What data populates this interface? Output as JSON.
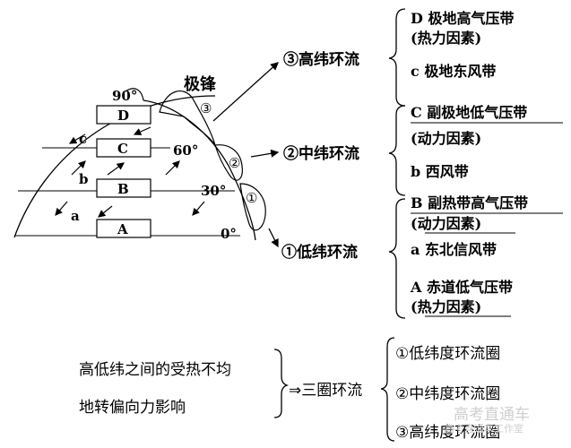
{
  "diagram": {
    "labels": {
      "polar_front": "极锋",
      "lat_90": "90°",
      "lat_60": "60°",
      "lat_30": "30°",
      "lat_0": "0°",
      "belt_D": "D",
      "belt_C": "C",
      "belt_B": "B",
      "belt_A": "A",
      "wind_c": "c",
      "wind_b": "b",
      "wind_a": "a",
      "cell_1": "①",
      "cell_2": "②",
      "cell_3": "③"
    },
    "circulations": [
      {
        "name": "③高纬环流",
        "items": [
          "D 极地高气压带",
          "(热力因素)",
          "c 极地东风带"
        ]
      },
      {
        "name": "②中纬环流",
        "items": [
          "C 副极地低气压带",
          "(动力因素)",
          "b 西风带"
        ]
      },
      {
        "name": "①低纬环流",
        "items": [
          "B 副热带高气压带",
          "(动力因素)",
          "a 东北信风带",
          "A 赤道低气压带",
          "(热力因素)"
        ]
      }
    ]
  },
  "summary": {
    "causes": [
      "高低纬之间的受热不均",
      "地转偏向力影响"
    ],
    "result": "⇒三圈环流",
    "cells": [
      "①低纬度环流圈",
      "②中纬度环流圈",
      "③高纬度环流圈"
    ]
  },
  "watermark": {
    "line1": "高考直通车",
    "line2": "高考直通车工作室"
  }
}
